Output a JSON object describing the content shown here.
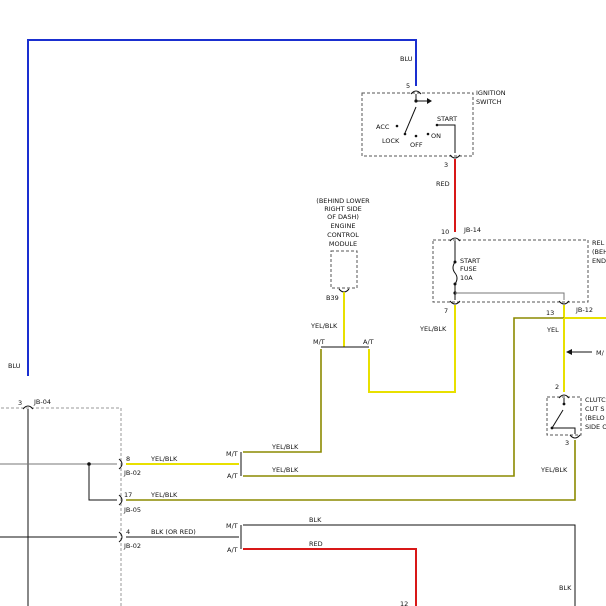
{
  "wires": {
    "blu_top": "BLU",
    "blu_left": "BLU",
    "red_switch": "RED",
    "yel_blk_ecm": "YEL/BLK",
    "yel_blk_fuse": "YEL/BLK",
    "yel_jb12": "YEL",
    "yel_blk_mt_in": "YEL/BLK",
    "yel_blk_at_in": "YEL/BLK",
    "yel_blk_row1": "YEL/BLK",
    "yel_blk_row2": "YEL/BLK",
    "yel_blk_clutch": "YEL/BLK",
    "blk_or_red": "BLK  (OR RED)",
    "blk_mt": "BLK",
    "red_at": "RED",
    "blk_right": "BLK"
  },
  "ignition_switch": {
    "title_line1": "IGNITION",
    "title_line2": "SWITCH",
    "pin_top": "5",
    "pin_bottom": "3",
    "pos_acc": "ACC",
    "pos_lock": "LOCK",
    "pos_off": "OFF",
    "pos_on": "ON",
    "pos_start": "START"
  },
  "ecm": {
    "note_line1": "(BEHIND LOWER",
    "note_line2": "RIGHT SIDE",
    "note_line3": "OF DASH)",
    "name_line1": "ENGINE",
    "name_line2": "CONTROL",
    "name_line3": "MODULE",
    "pin": "B39"
  },
  "junction_block": {
    "pin_top": "10",
    "connector_top": "JB-14",
    "fuse_line1": "START",
    "fuse_line2": "FUSE",
    "fuse_line3": "10A",
    "pin_left_bottom": "7",
    "pin_right_bottom": "13",
    "connector_right": "JB-12",
    "side_label_line1": "REL",
    "side_label_line2": "(BEH",
    "side_label_line3": "END"
  },
  "clutch_switch": {
    "label_line1": "CLUTC",
    "label_line2": "CUT S",
    "label_line3": "(BELO",
    "label_line4": "SIDE O",
    "pin_top": "2",
    "pin_bottom": "3",
    "mt_arrow": "M/"
  },
  "splices": {
    "ecm_mt": "M/T",
    "ecm_at": "A/T",
    "row_mt": "M/T",
    "row_at": "A/T",
    "bottom_mt": "M/T",
    "bottom_at": "A/T"
  },
  "left_block": {
    "top_pin": "3",
    "top_connector": "JB-04",
    "pin_8": "8",
    "conn_8": "JB-02",
    "pin_17": "17",
    "conn_17": "JB-05",
    "pin_4": "4",
    "conn_4": "JB-02"
  },
  "bottom_right_pin": "12"
}
